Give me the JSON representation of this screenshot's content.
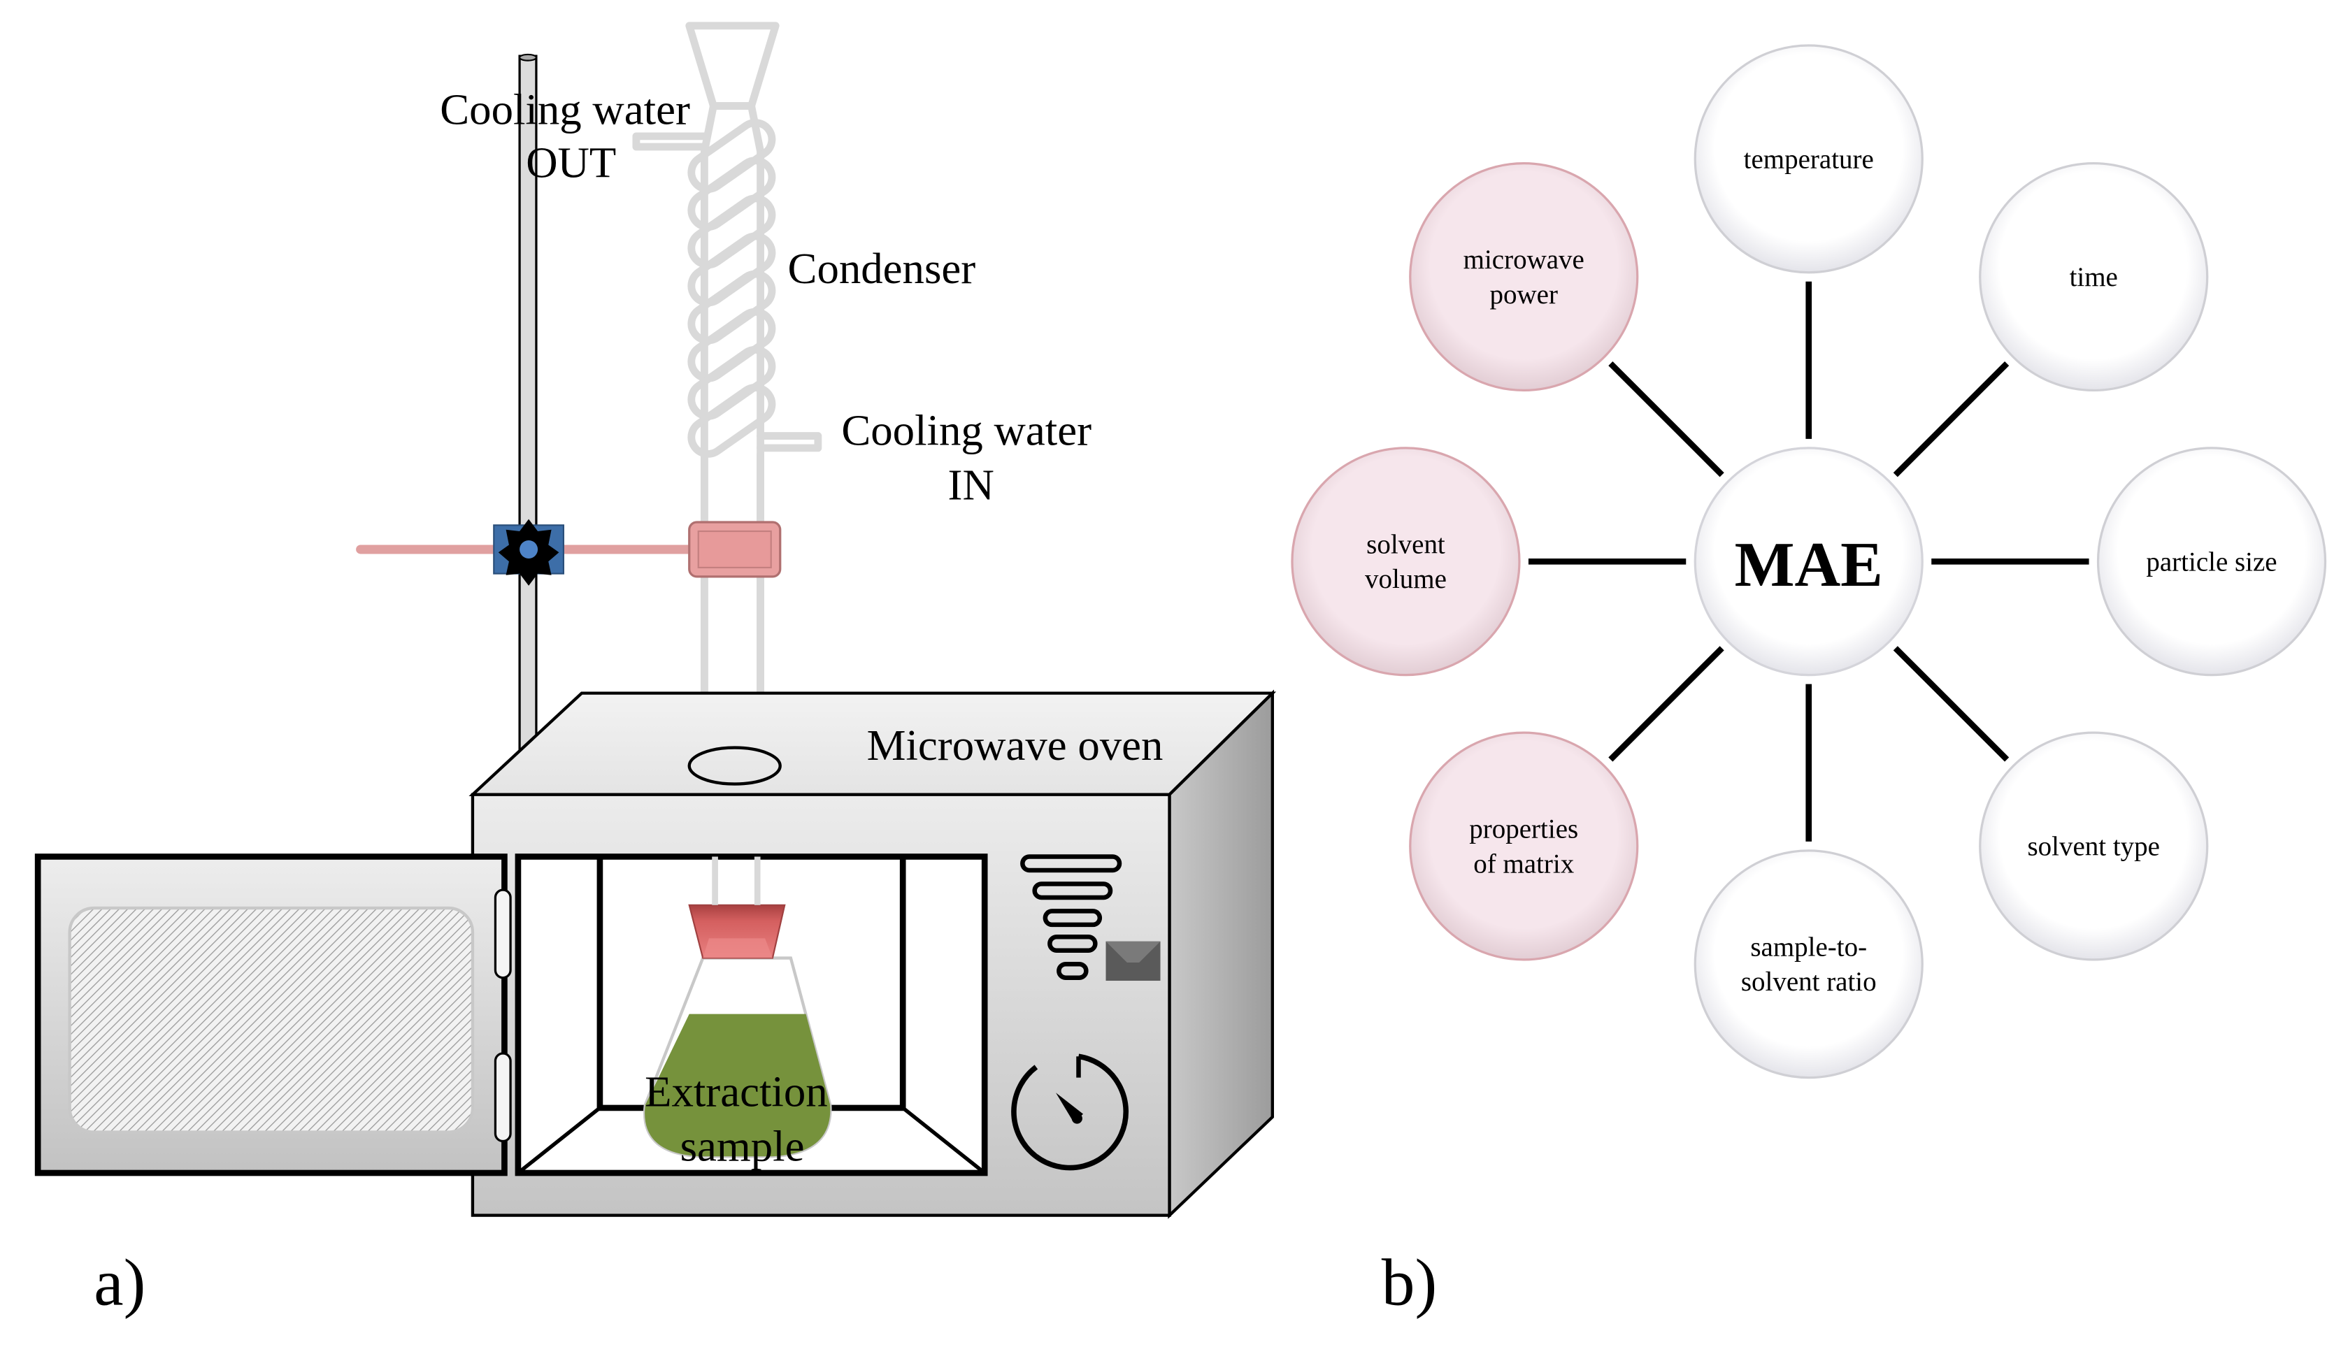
{
  "panel_a": {
    "panel_label": "a)",
    "labels": {
      "cooling_out_line1": "Cooling water",
      "cooling_out_line2": "OUT",
      "condenser": "Condenser",
      "cooling_in_line1": "Cooling water",
      "cooling_in_line2": "IN",
      "microwave_oven": "Microwave oven",
      "sample_line1": "Extraction",
      "sample_line2": "sample"
    },
    "colors": {
      "glass": "#d9d9d9",
      "clamp_pink": "#e8a0a0",
      "clamp_blue": "#3d6ea8",
      "stopper_red": "#d45f5f",
      "sample_green": "#76923c",
      "oven_gray": "#d6d6d6"
    }
  },
  "panel_b": {
    "panel_label": "b)",
    "center": "MAE",
    "nodes": [
      {
        "lines": [
          "temperature"
        ],
        "style": "white"
      },
      {
        "lines": [
          "time"
        ],
        "style": "white"
      },
      {
        "lines": [
          "particle size"
        ],
        "style": "white"
      },
      {
        "lines": [
          "solvent type"
        ],
        "style": "white"
      },
      {
        "lines": [
          "sample-to-",
          "solvent ratio"
        ],
        "style": "white"
      },
      {
        "lines": [
          "properties",
          "of matrix"
        ],
        "style": "pink"
      },
      {
        "lines": [
          "solvent",
          "volume"
        ],
        "style": "pink"
      },
      {
        "lines": [
          "microwave",
          "power"
        ],
        "style": "pink"
      }
    ],
    "colors": {
      "pink_fill": "#f6e4ea",
      "pink_edge": "#d9a6ae",
      "white_fill": "#ffffff",
      "white_edge": "#cfcfd4",
      "connector": "#000000"
    }
  }
}
